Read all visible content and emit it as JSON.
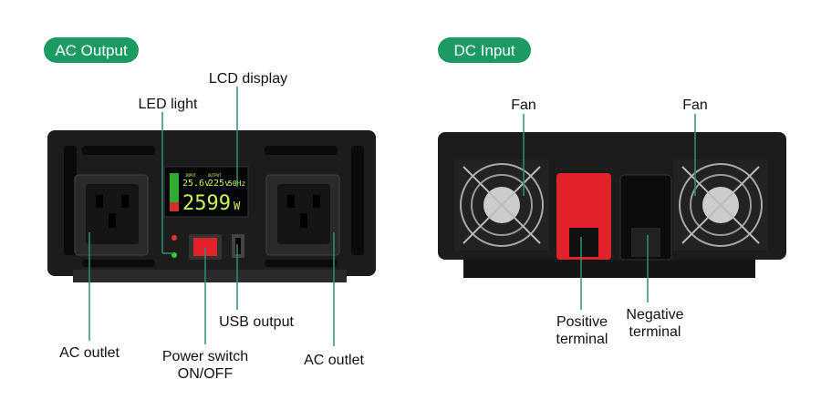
{
  "sections": {
    "ac": "AC Output",
    "dc": "DC Input"
  },
  "labels": {
    "lcd_display": "LCD display",
    "led_light": "LED light",
    "usb_output": "USB output",
    "ac_outlet_left": "AC outlet",
    "power_switch_1": "Power switch",
    "power_switch_2": "ON/OFF",
    "ac_outlet_right": "AC outlet",
    "fan_left": "Fan",
    "fan_right": "Fan",
    "positive_1": "Positive",
    "positive_2": "terminal",
    "negative_1": "Negative",
    "negative_2": "terminal"
  },
  "lcd": {
    "input_label": "INPUT",
    "output_label": "OUTPUT",
    "voltage_in": "25.6v",
    "voltage_out": "225v",
    "frequency": "50Hz",
    "power": "2599",
    "power_unit": "W"
  },
  "colors": {
    "pill": "#1b9a63",
    "leader": "#2f8f78",
    "body": "#1c1c1c",
    "red_terminal": "#e0232b"
  }
}
